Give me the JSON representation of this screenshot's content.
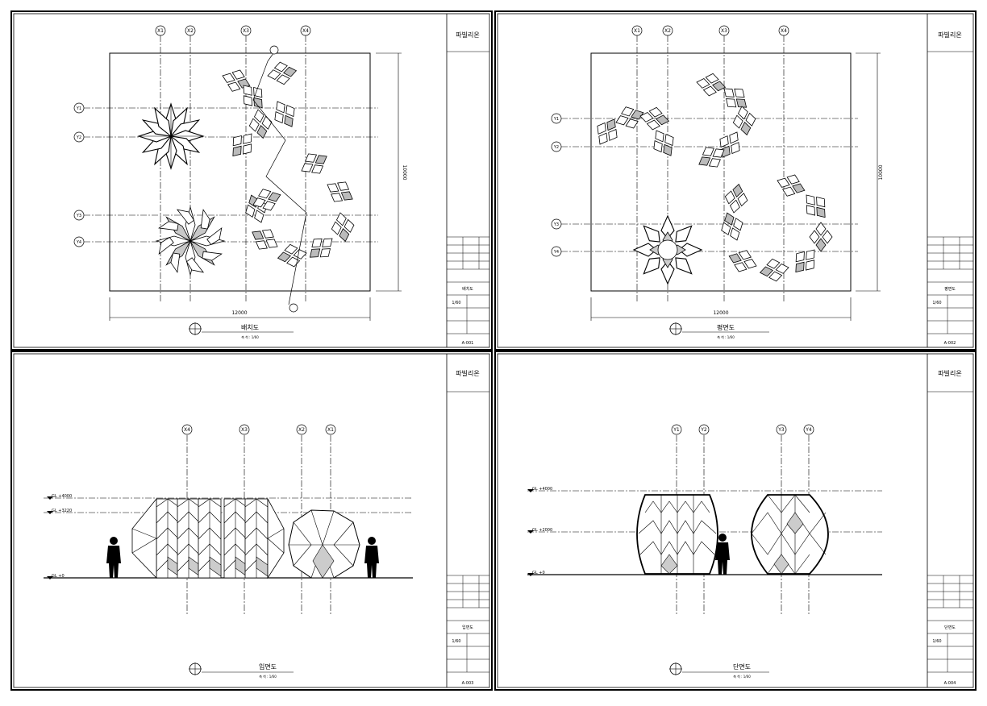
{
  "sheets": [
    {
      "project": "파빌리온",
      "drawing_title": "배치도",
      "scale_note": "축 척 : 1/60",
      "tb_title": "배치도",
      "tb_scale": "1/60",
      "sheet_no": "A-001",
      "grid_x": [
        "X1",
        "X2",
        "X3",
        "X4"
      ],
      "grid_y": [
        "Y1",
        "Y2",
        "Y3",
        "Y4"
      ],
      "dim_h": "12000",
      "dim_v": "10000"
    },
    {
      "project": "파빌리온",
      "drawing_title": "평면도",
      "scale_note": "축 척 : 1/60",
      "tb_title": "평면도",
      "tb_scale": "1/60",
      "sheet_no": "A-002",
      "grid_x": [
        "X1",
        "X2",
        "X3",
        "X4"
      ],
      "grid_y": [
        "Y1",
        "Y2",
        "Y3",
        "Y4"
      ],
      "dim_h": "12000",
      "dim_v": "10000"
    },
    {
      "project": "파빌리온",
      "drawing_title": "입면도",
      "scale_note": "축 척 : 1/60",
      "tb_title": "입면도",
      "tb_scale": "1/60",
      "sheet_no": "A-003",
      "grid_x": [
        "X4",
        "X3",
        "X2",
        "X1"
      ],
      "levels": [
        "GL +4000",
        "GL +3220",
        "GL +0"
      ]
    },
    {
      "project": "파빌리온",
      "drawing_title": "단면도",
      "scale_note": "축 척 : 1/60",
      "tb_title": "단면도",
      "tb_scale": "1/60",
      "sheet_no": "A-004",
      "grid_x": [
        "Y1",
        "Y2",
        "Y3",
        "Y4"
      ],
      "levels": [
        "GL +4000",
        "GL +2000",
        "GL +0"
      ]
    }
  ]
}
